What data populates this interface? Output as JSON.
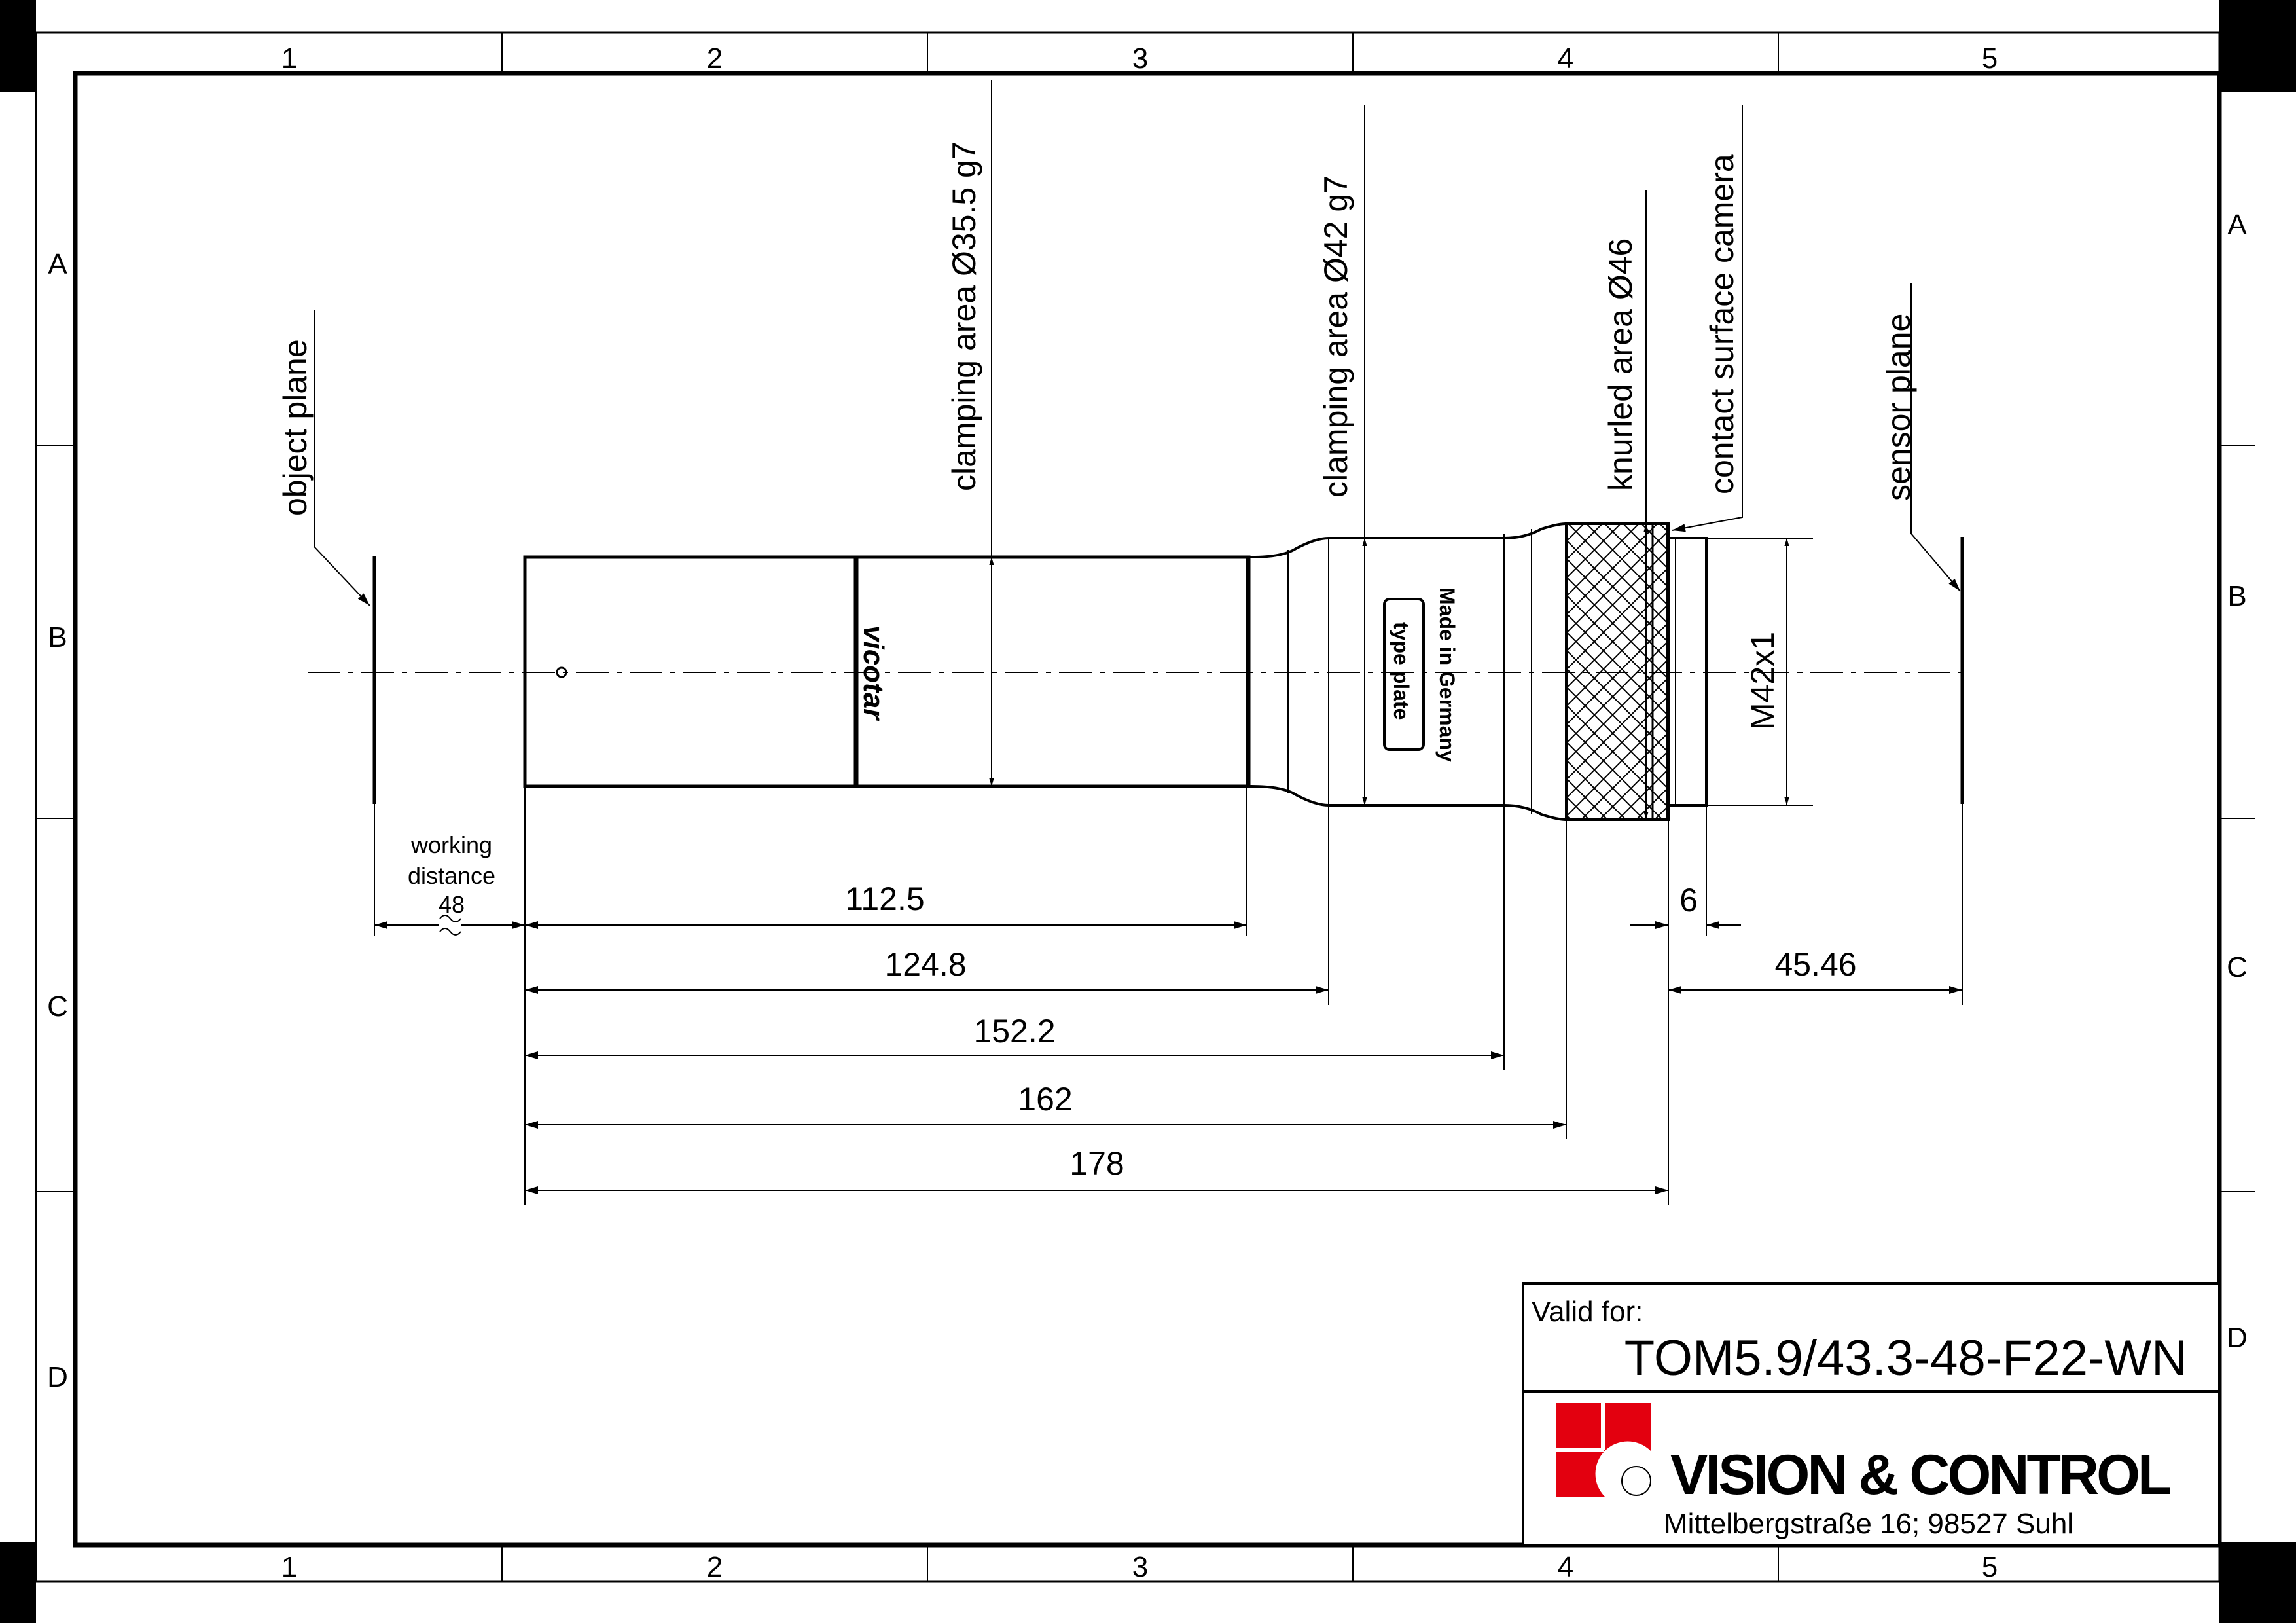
{
  "frame": {
    "columns": [
      "1",
      "2",
      "3",
      "4",
      "5"
    ],
    "rows": [
      "A",
      "B",
      "C",
      "D"
    ]
  },
  "labels": {
    "object_plane": "object plane",
    "clamping_area_1": "clamping area Ø35.5 g7",
    "clamping_area_2": "clamping area Ø42 g7",
    "knurled_area": "knurled area Ø46",
    "contact_surface": "contact surface camera",
    "sensor_plane": "sensor plane",
    "thread": "M42x1",
    "working_distance_line1": "working",
    "working_distance_line2": "distance",
    "working_distance_value": "48",
    "brand_mark": "vicotar",
    "made_in": "Made in Germany",
    "type_plate": "type plate"
  },
  "dimensions": {
    "d112": "112.5",
    "d124": "124.8",
    "d152": "152.2",
    "d162": "162",
    "d178": "178",
    "d6": "6",
    "d45": "45.46"
  },
  "title_block": {
    "valid_for_label": "Valid for:",
    "model": "TOM5.9/43.3-48-F22-WN",
    "company": "VISION & CONTROL",
    "address": "Mittelbergstraße 16; 98527 Suhl"
  },
  "colors": {
    "logo_red": "#e3000f"
  }
}
